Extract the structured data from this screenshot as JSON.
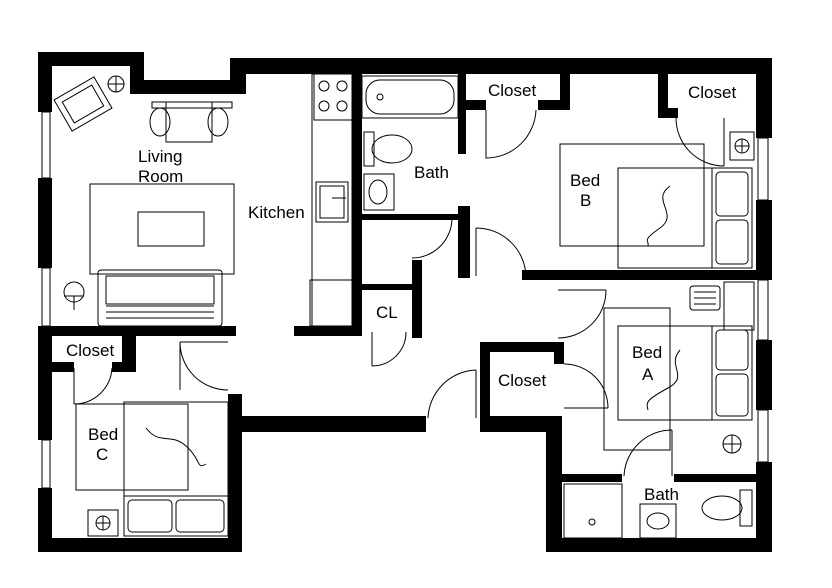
{
  "labels": {
    "living_room_line1": "Living",
    "living_room_line2": "Room",
    "kitchen": "Kitchen",
    "bath_top": "Bath",
    "closet_top_middle": "Closet",
    "closet_top_right": "Closet",
    "bed_b_line1": "Bed",
    "bed_b_line2": "B",
    "cl": "CL",
    "closet_left": "Closet",
    "closet_center": "Closet",
    "bed_a_line1": "Bed",
    "bed_a_line2": "A",
    "bed_c_line1": "Bed",
    "bed_c_line2": "C",
    "bath_bottom": "Bath"
  }
}
